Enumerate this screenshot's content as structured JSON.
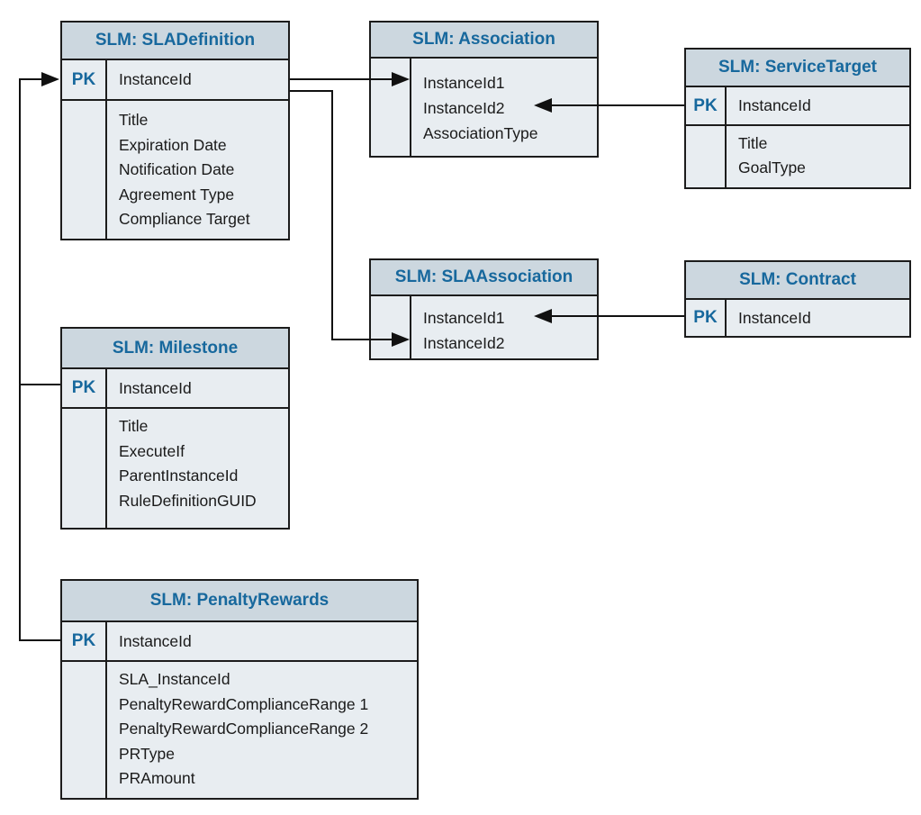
{
  "diagram": {
    "colors": {
      "header_bg": "#ccd7df",
      "body_bg": "#e8edf1",
      "border": "#1c1c1c",
      "line": "#111111",
      "title_text": "#17689d",
      "field_text": "#1a1a1a"
    },
    "tables": [
      {
        "title": "SLM: SLADefinition",
        "pk_label": "PK",
        "pk_field": "InstanceId",
        "fields": [
          "Title",
          "Expiration Date",
          "Notification Date",
          "Agreement Type",
          "Compliance Target"
        ]
      },
      {
        "title": "SLM: Association",
        "pk_label": "",
        "pk_field": "",
        "fields": [
          "InstanceId1",
          "InstanceId2",
          "AssociationType"
        ]
      },
      {
        "title": "SLM: ServiceTarget",
        "pk_label": "PK",
        "pk_field": "InstanceId",
        "fields": [
          "Title",
          "GoalType"
        ]
      },
      {
        "title": "SLM: SLAAssociation",
        "pk_label": "",
        "pk_field": "",
        "fields": [
          "InstanceId1",
          "InstanceId2"
        ]
      },
      {
        "title": "SLM: Contract",
        "pk_label": "PK",
        "pk_field": "InstanceId",
        "fields": []
      },
      {
        "title": "SLM: Milestone",
        "pk_label": "PK",
        "pk_field": "InstanceId",
        "fields": [
          "Title",
          "ExecuteIf",
          "ParentInstanceId",
          "RuleDefinitionGUID"
        ]
      },
      {
        "title": "SLM: PenaltyRewards",
        "pk_label": "PK",
        "pk_field": "InstanceId",
        "fields": [
          "SLA_InstanceId",
          "PenaltyRewardComplianceRange 1",
          "PenaltyRewardComplianceRange 2",
          "PRType",
          "PRAmount"
        ]
      }
    ],
    "relationships": [
      {
        "from": "SLM: Milestone",
        "from_field": "InstanceId",
        "to": "SLM: SLADefinition",
        "to_field": "InstanceId",
        "arrow_points_to": "SLADefinition PK"
      },
      {
        "from": "SLM: PenaltyRewards",
        "from_field": "InstanceId",
        "to": "SLM: SLADefinition",
        "to_field": "InstanceId",
        "arrow_points_to": "SLADefinition PK"
      },
      {
        "from": "SLM: SLADefinition",
        "from_field": "InstanceId",
        "to": "SLM: Association",
        "to_field": "InstanceId1",
        "arrow_points_to": "Association InstanceId1"
      },
      {
        "from": "SLM: SLADefinition",
        "from_field": "InstanceId",
        "to": "SLM: SLAAssociation",
        "to_field": "InstanceId2",
        "arrow_points_to": "SLAAssociation InstanceId2"
      },
      {
        "from": "SLM: ServiceTarget",
        "from_field": "InstanceId",
        "to": "SLM: Association",
        "to_field": "InstanceId2",
        "arrow_points_to": "Association InstanceId2"
      },
      {
        "from": "SLM: Contract",
        "from_field": "InstanceId",
        "to": "SLM: SLAAssociation",
        "to_field": "InstanceId1",
        "arrow_points_to": "SLAAssociation InstanceId1"
      }
    ]
  }
}
